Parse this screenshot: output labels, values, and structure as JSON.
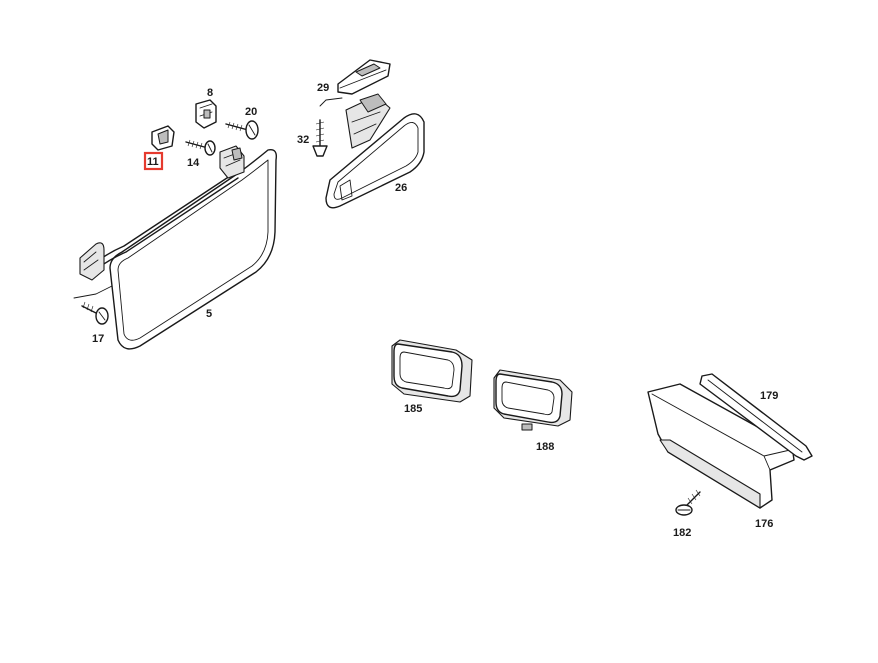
{
  "diagram": {
    "highlight_color": "#e53a2e",
    "highlighted_part": "11",
    "parts": [
      {
        "id": "p8",
        "label": "8"
      },
      {
        "id": "p11",
        "label": "11"
      },
      {
        "id": "p14",
        "label": "14"
      },
      {
        "id": "p20",
        "label": "20"
      },
      {
        "id": "p5",
        "label": "5"
      },
      {
        "id": "p17",
        "label": "17"
      },
      {
        "id": "p29",
        "label": "29"
      },
      {
        "id": "p32",
        "label": "32"
      },
      {
        "id": "p26",
        "label": "26"
      },
      {
        "id": "p185",
        "label": "185"
      },
      {
        "id": "p188",
        "label": "188"
      },
      {
        "id": "p179",
        "label": "179"
      },
      {
        "id": "p176",
        "label": "176"
      },
      {
        "id": "p182",
        "label": "182"
      }
    ]
  }
}
